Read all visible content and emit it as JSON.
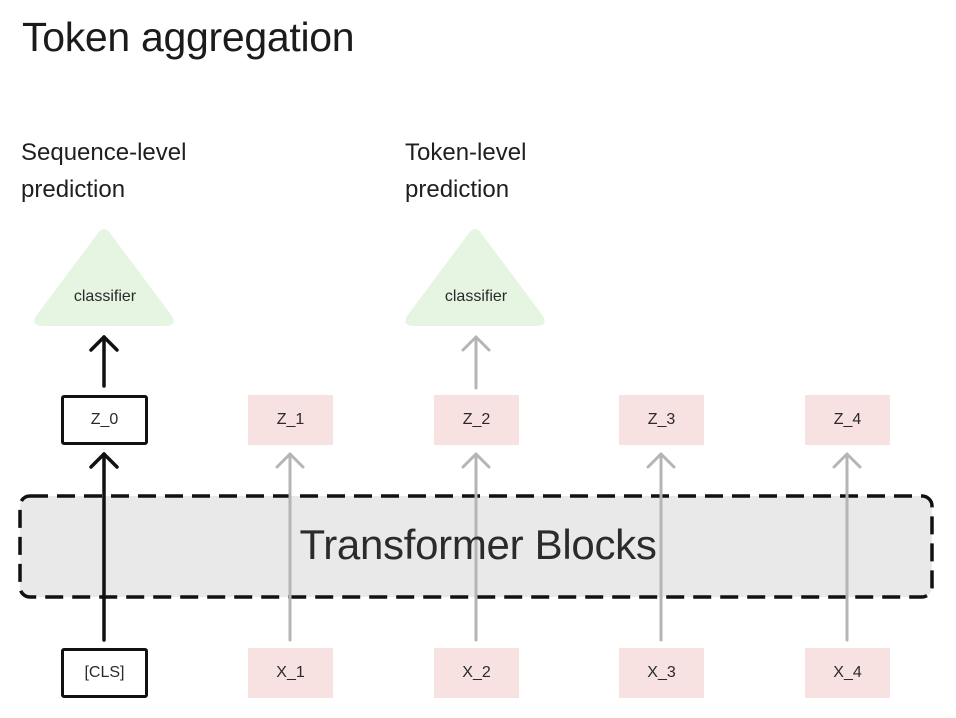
{
  "title": "Token aggregation",
  "sequence_label": {
    "line1": "Sequence-level",
    "line2": "prediction"
  },
  "token_label": {
    "line1": "Token-level",
    "line2": "prediction"
  },
  "classifiers": [
    {
      "label": "classifier"
    },
    {
      "label": "classifier"
    }
  ],
  "outputs": [
    "Z_0",
    "Z_1",
    "Z_2",
    "Z_3",
    "Z_4"
  ],
  "inputs": [
    "[CLS]",
    "X_1",
    "X_2",
    "X_3",
    "X_4"
  ],
  "transformer_label": "Transformer Blocks",
  "colors": {
    "classifier_fill": "#e5f5e1",
    "token_fill": "#f8e1e1",
    "block_fill": "#e9e9e9",
    "active_arrow": "#111111",
    "inactive_arrow": "#b5b5b5"
  }
}
